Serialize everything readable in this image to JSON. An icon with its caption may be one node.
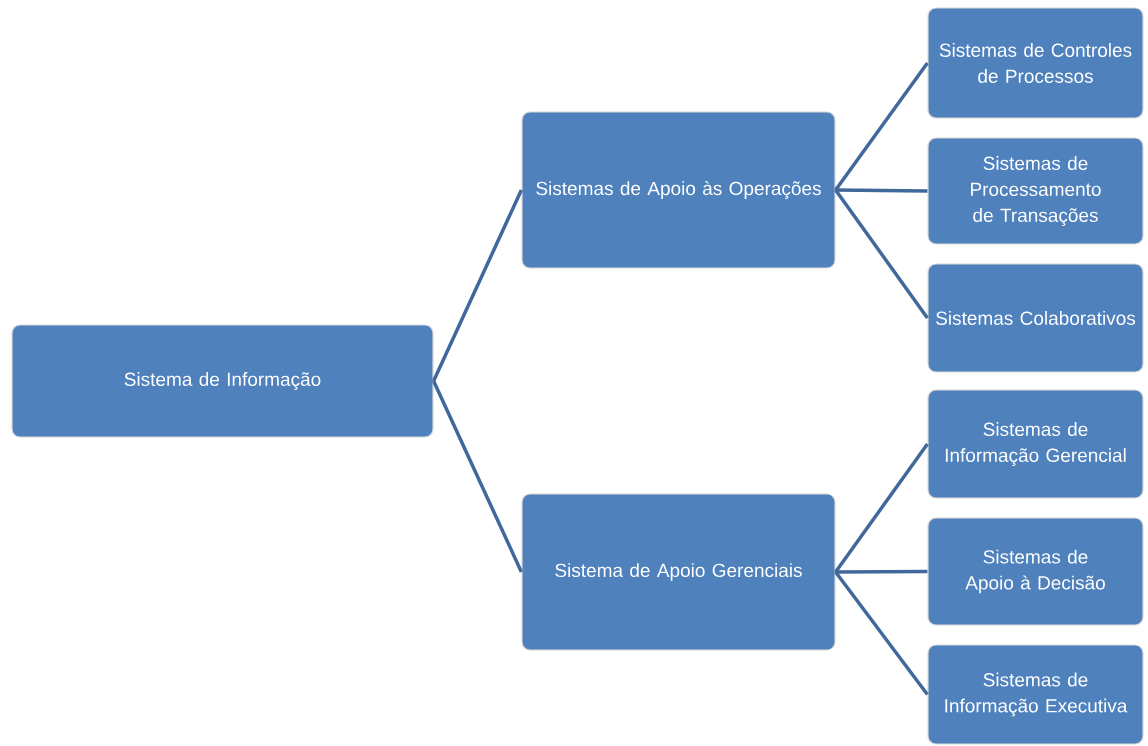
{
  "diagram": {
    "nodes": [
      {
        "text": [
          "Sistema de Informação"
        ]
      },
      {
        "text": [
          "Sistemas de Apoio às Operações"
        ]
      },
      {
        "text": [
          "Sistema de Apoio Gerenciais"
        ]
      },
      {
        "text": [
          "Sistemas de Controles de Processos"
        ]
      },
      {
        "text": [
          "Sistemas de Processamento de Transações"
        ]
      },
      {
        "text": [
          "Sistemas Colaborativos"
        ]
      },
      {
        "text": [
          "Sistemas de Informação Gerencial"
        ]
      },
      {
        "text": [
          "Sistemas de Apoio à Decisão"
        ]
      },
      {
        "text": [
          "Sistemas de Informação Executiva"
        ]
      }
    ],
    "edges": [
      {
        "from": 0,
        "to": 1,
        "arrow": "none"
      },
      {
        "from": 0,
        "to": 2,
        "arrow": "none"
      },
      {
        "from": 1,
        "to": 3,
        "arrow": "none"
      },
      {
        "from": 1,
        "to": 4,
        "arrow": "none"
      },
      {
        "from": 1,
        "to": 5,
        "arrow": "none"
      },
      {
        "from": 2,
        "to": 6,
        "arrow": "none"
      },
      {
        "from": 2,
        "to": 7,
        "arrow": "none"
      },
      {
        "from": 2,
        "to": 8,
        "arrow": "none"
      }
    ]
  }
}
